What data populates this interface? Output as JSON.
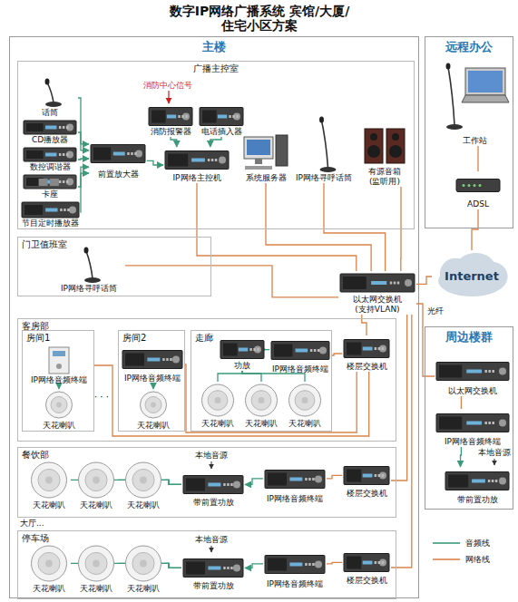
{
  "diagram": {
    "title": "数字IP网络广播系统 宾馆/大厦/住宅小区方案",
    "nodes": [
      {
        "text": [
          "主楼"
        ]
      },
      {
        "text": [
          "广播主控室"
        ],
        "in": 0
      },
      {
        "text": [
          "话筒"
        ],
        "in": 1
      },
      {
        "text": [
          "CD播放器"
        ],
        "in": 1
      },
      {
        "text": [
          "数控调谐器"
        ],
        "in": 1
      },
      {
        "text": [
          "卡座"
        ],
        "in": 1
      },
      {
        "text": [
          "节目定时播放器"
        ],
        "in": 1
      },
      {
        "text": [
          "前置放大器"
        ],
        "in": 1
      },
      {
        "text": [
          "消防报警器"
        ],
        "in": 1
      },
      {
        "text": [
          "电话插入器"
        ],
        "in": 1
      },
      {
        "text": [
          "IP网络主控机"
        ],
        "in": 1
      },
      {
        "text": [
          "系统服务器"
        ],
        "in": 1
      },
      {
        "text": [
          "IP网络寻呼话筒"
        ],
        "in": 1
      },
      {
        "text": [
          "有源音箱 (监听用)"
        ],
        "in": 1
      },
      {
        "text": [
          "门卫值班室"
        ],
        "in": 0
      },
      {
        "text": [
          "IP网络寻呼话筒"
        ],
        "in": 14
      },
      {
        "text": [
          "以太网交换机 (支持VLAN)"
        ],
        "in": 0
      },
      {
        "text": [
          "客房部"
        ],
        "in": 0
      },
      {
        "text": [
          "房间1"
        ],
        "in": 17
      },
      {
        "text": [
          "IP网络音频终端"
        ],
        "in": 18
      },
      {
        "text": [
          "天花喇叭"
        ],
        "in": 18
      },
      {
        "text": [
          "房间2"
        ],
        "in": 17
      },
      {
        "text": [
          "IP网络音频终端"
        ],
        "in": 21
      },
      {
        "text": [
          "天花喇叭"
        ],
        "in": 21
      },
      {
        "text": [
          "走廊"
        ],
        "in": 17
      },
      {
        "text": [
          "功放"
        ],
        "in": 24
      },
      {
        "text": [
          "IP网络音频终端"
        ],
        "in": 24
      },
      {
        "text": [
          "天花喇叭"
        ],
        "in": 24
      },
      {
        "text": [
          "天花喇叭"
        ],
        "in": 24
      },
      {
        "text": [
          "天花喇叭"
        ],
        "in": 24
      },
      {
        "text": [
          "楼层交换机"
        ],
        "in": 17
      },
      {
        "text": [
          "餐饮部"
        ],
        "in": 0
      },
      {
        "text": [
          "天花喇叭"
        ],
        "in": 31
      },
      {
        "text": [
          "天花喇叭"
        ],
        "in": 31
      },
      {
        "text": [
          "天花喇叭"
        ],
        "in": 31
      },
      {
        "text": [
          "带前置功放"
        ],
        "in": 31
      },
      {
        "text": [
          "IP网络音频终端"
        ],
        "in": 31
      },
      {
        "text": [
          "楼层交换机"
        ],
        "in": 31
      },
      {
        "text": [
          "停车场"
        ],
        "in": 0
      },
      {
        "text": [
          "天花喇叭"
        ],
        "in": 38
      },
      {
        "text": [
          "天花喇叭"
        ],
        "in": 38
      },
      {
        "text": [
          "天花喇叭"
        ],
        "in": 38
      },
      {
        "text": [
          "带前置功放"
        ],
        "in": 38
      },
      {
        "text": [
          "IP网络音频终端"
        ],
        "in": 38
      },
      {
        "text": [
          "楼层交换机"
        ],
        "in": 38
      },
      {
        "text": [
          "远程办公"
        ]
      },
      {
        "text": [
          "工作站"
        ],
        "in": 45
      },
      {
        "text": [
          "ADSL"
        ],
        "in": 45
      },
      {
        "text": [
          "Internet"
        ]
      },
      {
        "text": [
          "周边楼群"
        ]
      },
      {
        "text": [
          "以太网交换机"
        ],
        "in": 49
      },
      {
        "text": [
          "IP网络音频终端"
        ],
        "in": 49
      },
      {
        "text": [
          "带前置功放"
        ],
        "in": 49
      }
    ],
    "edges": [
      {
        "from": 2,
        "to": 7,
        "arrow": "to"
      },
      {
        "from": 3,
        "to": 7,
        "arrow": "to"
      },
      {
        "from": 4,
        "to": 7,
        "arrow": "to"
      },
      {
        "from": 5,
        "to": 7,
        "arrow": "to"
      },
      {
        "from": 6,
        "to": 7,
        "arrow": "to"
      },
      {
        "from": 7,
        "to": 10,
        "arrow": "to"
      },
      {
        "from": 8,
        "to": 10,
        "arrow": "to"
      },
      {
        "from": 9,
        "to": 10,
        "arrow": "to"
      },
      {
        "from": 10,
        "to": 16,
        "arrow": "none"
      },
      {
        "from": 11,
        "to": 16,
        "arrow": "none"
      },
      {
        "from": 12,
        "to": 16,
        "arrow": "none"
      },
      {
        "from": 13,
        "to": 16,
        "arrow": "none"
      },
      {
        "from": 15,
        "to": 16,
        "arrow": "none"
      },
      {
        "from": 16,
        "to": 48,
        "arrow": "none"
      },
      {
        "from": 48,
        "to": 47,
        "arrow": "none"
      },
      {
        "from": 47,
        "to": 46,
        "arrow": "none"
      },
      {
        "from": 16,
        "to": 50,
        "label": "光纤",
        "arrow": "none"
      },
      {
        "from": 16,
        "to": 30,
        "arrow": "none"
      },
      {
        "from": 16,
        "to": 37,
        "arrow": "none"
      },
      {
        "from": 16,
        "to": 44,
        "arrow": "none"
      },
      {
        "from": 30,
        "to": 26,
        "arrow": "none"
      },
      {
        "from": 30,
        "to": 22,
        "arrow": "none"
      },
      {
        "from": 30,
        "to": 19,
        "arrow": "none"
      },
      {
        "from": 19,
        "to": 20,
        "arrow": "to"
      },
      {
        "from": 22,
        "to": 23,
        "arrow": "to"
      },
      {
        "from": 26,
        "to": 25,
        "arrow": "to"
      },
      {
        "from": 25,
        "to": 27,
        "arrow": "none"
      },
      {
        "from": 25,
        "to": 28,
        "arrow": "none"
      },
      {
        "from": 25,
        "to": 29,
        "arrow": "none"
      },
      {
        "from": 37,
        "to": 36,
        "arrow": "none"
      },
      {
        "from": 36,
        "to": 35,
        "arrow": "to"
      },
      {
        "from": 35,
        "to": 34,
        "arrow": "none"
      },
      {
        "from": 35,
        "to": 33,
        "arrow": "none"
      },
      {
        "from": 35,
        "to": 32,
        "arrow": "none"
      },
      {
        "from": 44,
        "to": 43,
        "arrow": "none"
      },
      {
        "from": 43,
        "to": 42,
        "arrow": "to"
      },
      {
        "from": 42,
        "to": 41,
        "arrow": "none"
      },
      {
        "from": 42,
        "to": 40,
        "arrow": "none"
      },
      {
        "from": 42,
        "to": 39,
        "arrow": "none"
      },
      {
        "from": 50,
        "to": 51,
        "arrow": "none"
      },
      {
        "from": 51,
        "to": 52,
        "arrow": "to"
      }
    ],
    "labels": [
      "消防中心信号",
      "· · ·",
      "本地音源",
      "大厅...",
      "本地音源",
      "本地音源"
    ],
    "legend": [
      {
        "text": "音频线"
      },
      {
        "text": "网络线"
      }
    ]
  }
}
